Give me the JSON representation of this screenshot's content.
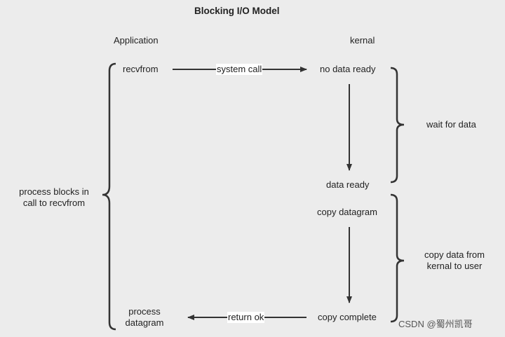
{
  "title": "Blocking I/O Model",
  "columns": {
    "application": "Application",
    "kernel": "kernal"
  },
  "application": {
    "recvfrom": "recvfrom",
    "process_datagram": [
      "process",
      "datagram"
    ]
  },
  "kernel": {
    "no_data_ready": "no data ready",
    "data_ready": "data ready",
    "copy_datagram": "copy datagram",
    "copy_complete": "copy complete"
  },
  "arrows": {
    "system_call": "system call",
    "return_ok": "return ok"
  },
  "braces": {
    "process_blocks": [
      "process blocks in",
      "call to recvfrom"
    ],
    "wait_for_data": "wait for data",
    "copy_data": [
      "copy data from",
      "kernal to user"
    ]
  },
  "watermark": "CSDN @蜀州凯哥",
  "colors": {
    "background": "#ececec",
    "ink": "#333333",
    "label_background": "#ffffff"
  }
}
